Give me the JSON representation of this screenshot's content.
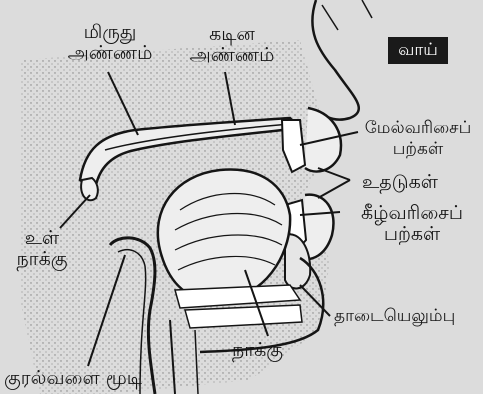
{
  "title": "வாய்",
  "labels": {
    "soft_palate": [
      "மிருது",
      "அண்ணம்"
    ],
    "hard_palate": [
      "கடின",
      "அண்ணம்"
    ],
    "upper_teeth": [
      "மேல்வரிசைப்",
      "பற்கள்"
    ],
    "lips": "உதடுகள்",
    "lower_teeth": [
      "கீழ்வரிசைப்",
      "பற்கள்"
    ],
    "uvula": [
      "உள்",
      "நாக்கு"
    ],
    "jaw_bone": "தாடையெலும்பு",
    "tongue": "நாக்கு",
    "epiglottis": "குரல்வளை மூடி"
  },
  "colors": {
    "background": "#dcdcdc",
    "ink": "#151515",
    "badge": "#1a1a1a"
  }
}
